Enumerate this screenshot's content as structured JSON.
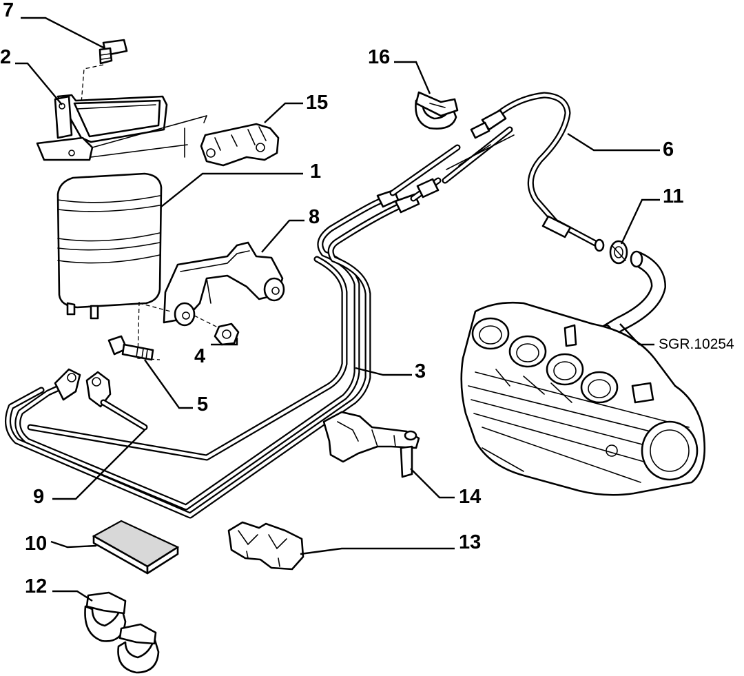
{
  "reference_code": "SGR.10254",
  "callouts": {
    "p1": "1",
    "p2": "2",
    "p3": "3",
    "p4": "4",
    "p5": "5",
    "p6": "6",
    "p7": "7",
    "p8": "8",
    "p9": "9",
    "p10": "10",
    "p11": "11",
    "p12": "12",
    "p13": "13",
    "p14": "14",
    "p15": "15",
    "p16": "16"
  }
}
